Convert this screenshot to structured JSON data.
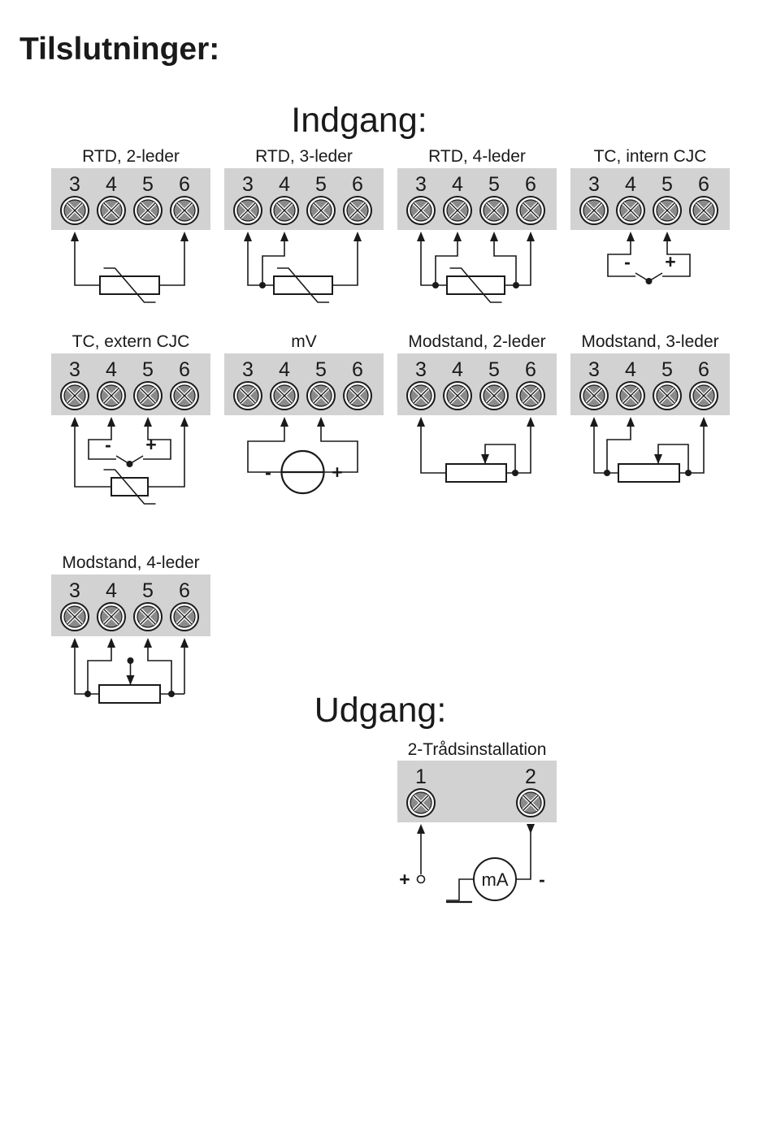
{
  "page": {
    "title": "Tilslutninger:",
    "input_heading": "Indgang:",
    "output_heading": "Udgang:"
  },
  "input_terminals": [
    "3",
    "4",
    "5",
    "6"
  ],
  "input_diagrams": [
    {
      "label": "RTD, 2-leder",
      "kind": "rtd2"
    },
    {
      "label": "RTD, 3-leder",
      "kind": "rtd3"
    },
    {
      "label": "RTD, 4-leder",
      "kind": "rtd4"
    },
    {
      "label": "TC, intern CJC",
      "kind": "tc_int",
      "minus": "-",
      "plus": "+"
    },
    {
      "label": "TC, extern CJC",
      "kind": "tc_ext",
      "minus": "-",
      "plus": "+"
    },
    {
      "label": "mV",
      "kind": "mv",
      "minus": "-",
      "plus": "+"
    },
    {
      "label": "Modstand, 2-leder",
      "kind": "res2"
    },
    {
      "label": "Modstand, 3-leder",
      "kind": "res3"
    },
    {
      "label": "Modstand, 4-leder",
      "kind": "res4"
    }
  ],
  "output_diagram": {
    "label": "2-Trådsinstallation",
    "terminals": [
      "1",
      "2"
    ],
    "plus": "+",
    "minus": "-",
    "meter": "mA"
  }
}
